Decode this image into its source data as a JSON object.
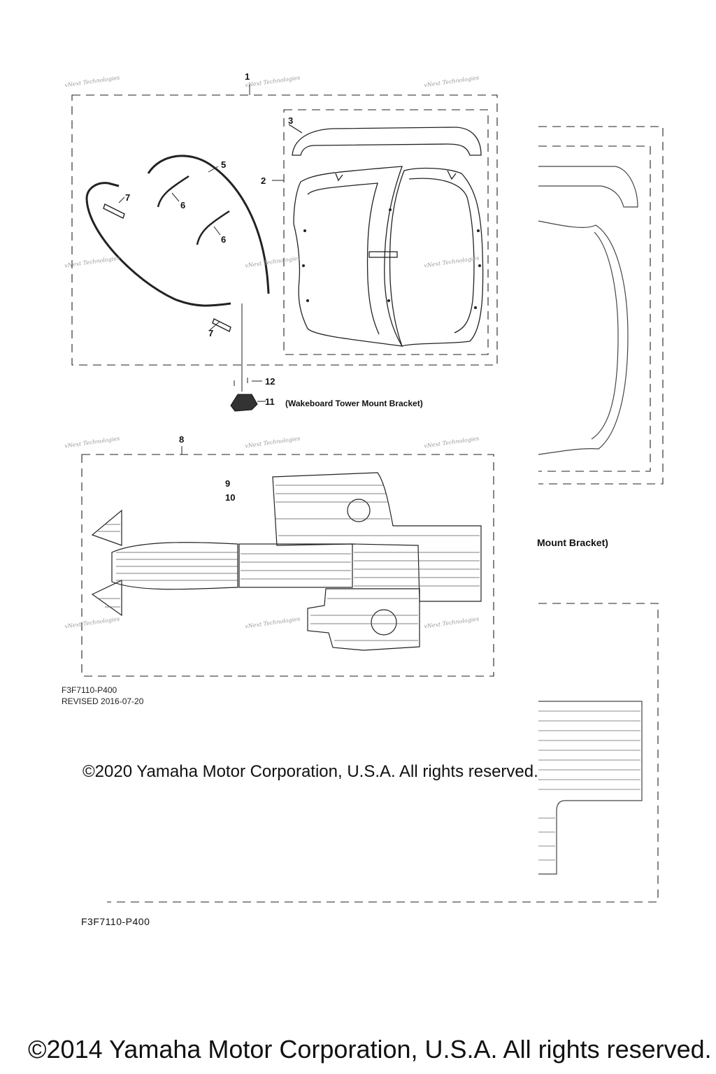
{
  "callouts": {
    "c1": "1",
    "c2": "2",
    "c3": "3",
    "c5": "5",
    "c6a": "6",
    "c6b": "6",
    "c7a": "7",
    "c7b": "7",
    "c8": "8",
    "c9": "9",
    "c10": "10",
    "c11": "11",
    "c12": "12"
  },
  "notes": {
    "bracket_note": "(Wakeboard Tower Mount Bracket)",
    "bracket_note_partial": "Mount Bracket)"
  },
  "watermark": "vNext Technologies",
  "diagram_code": {
    "code": "F3F7110-P400",
    "revised": "REVISED 2016-07-20",
    "code_lower": "F3F7110-P400"
  },
  "copyright": {
    "mid": "©2020 Yamaha Motor Corporation, U.S.A. All rights reserved.",
    "bottom": "©2014 Yamaha Motor Corporation, U.S.A. All rights reserved."
  }
}
